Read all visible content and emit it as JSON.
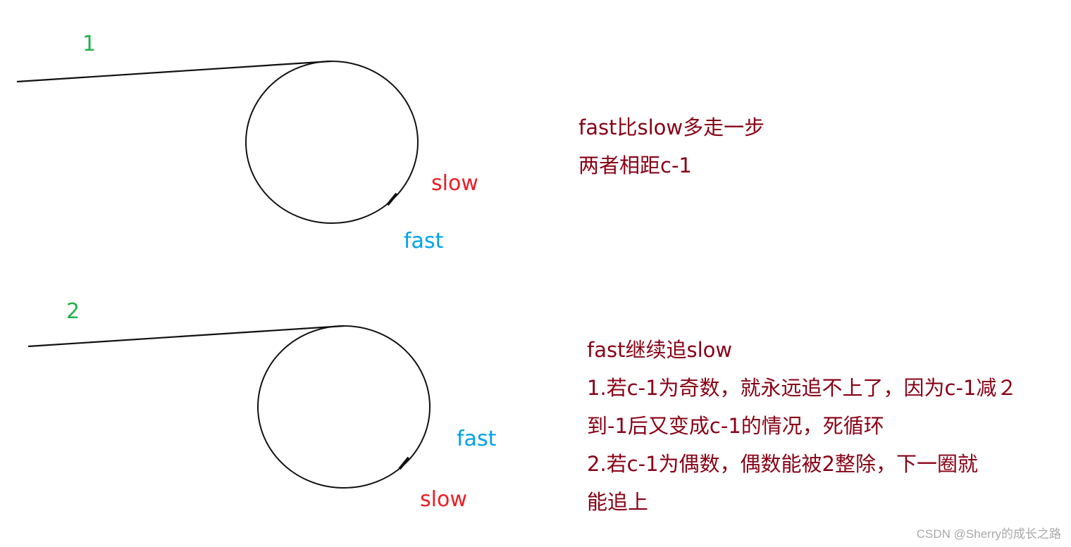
{
  "diagram1": {
    "number": "1",
    "slow_label": "slow",
    "fast_label": "fast",
    "notes": [
      "fast比slow多走一步",
      "两者相距c-1"
    ]
  },
  "diagram2": {
    "number": "2",
    "fast_label": "fast",
    "slow_label": "slow",
    "notes": [
      "fast继续追slow",
      "1.若c-1为奇数，就永远追不上了，因为c-1减２",
      "到-1后又变成c-1的情况，死循环",
      "2.若c-1为偶数，偶数能被2整除，下一圈就",
      "能追上"
    ]
  },
  "colors": {
    "number": "#22b14c",
    "slow": "#ed1c24",
    "fast": "#00a2e8",
    "note": "#880015",
    "line": "#111111"
  },
  "watermark": "CSDN @Sherry的成长之路"
}
